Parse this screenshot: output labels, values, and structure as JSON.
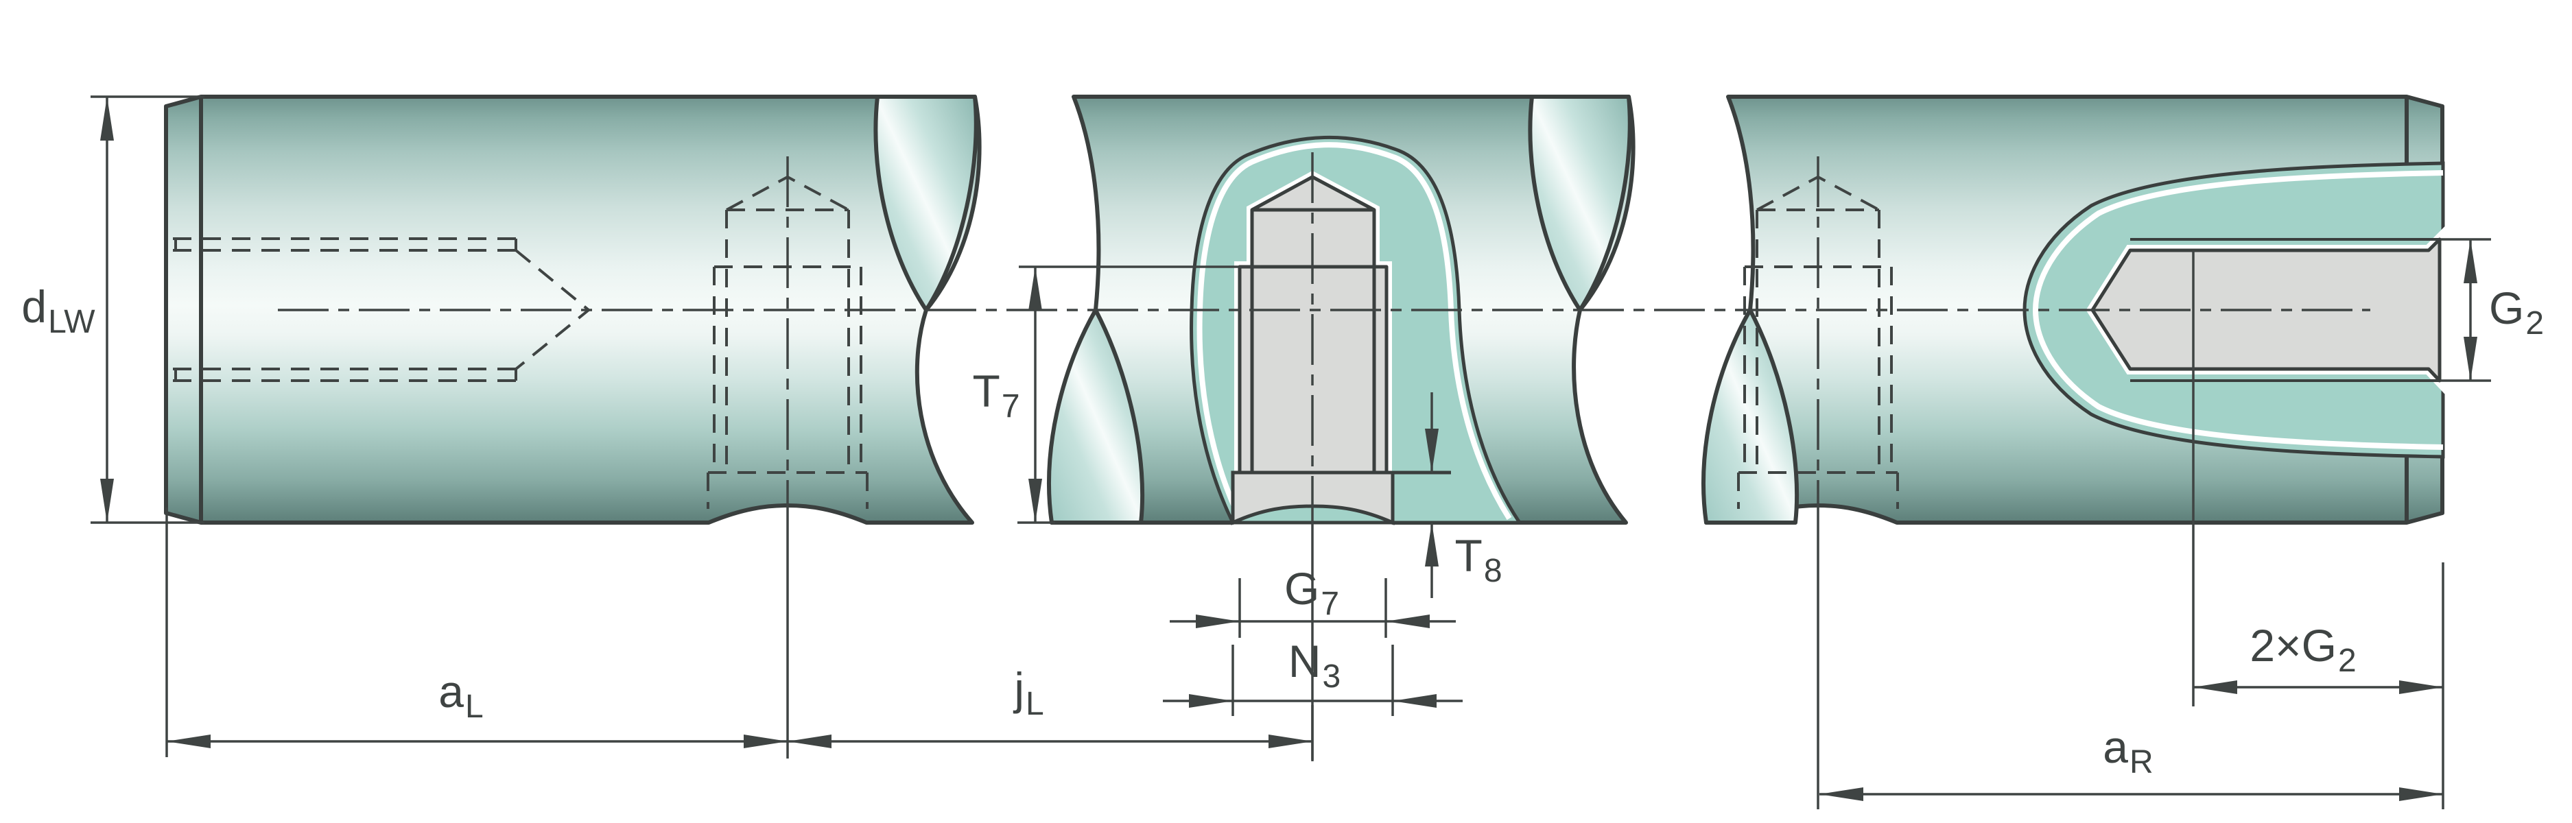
{
  "drawing": {
    "type": "engineering-dimension-drawing",
    "subject": "shaft with radial tapped hole (section) and axial tapped ends"
  },
  "colors": {
    "line": "#3a3f3e",
    "dim_line": "#3f4443",
    "section_fill": "#a2d2c8",
    "hole_fill": "#d9dad8",
    "background": "#ffffff",
    "shaft_light": "#f5faf8",
    "shaft_dark": "#5d7f79"
  },
  "labels": {
    "dlw": {
      "main": "d",
      "sub": "LW"
    },
    "al": {
      "main": "a",
      "sub": "L"
    },
    "jl": {
      "main": "j",
      "sub": "L"
    },
    "t7": {
      "main": "T",
      "sub": "7"
    },
    "g7": {
      "main": "G",
      "sub": "7"
    },
    "n3": {
      "main": "N",
      "sub": "3"
    },
    "t8": {
      "main": "T",
      "sub": "8"
    },
    "g2": {
      "main": "G",
      "sub": "2"
    },
    "g2x2": {
      "main": "2×G",
      "sub": "2"
    },
    "ar": {
      "main": "a",
      "sub": "R"
    }
  }
}
